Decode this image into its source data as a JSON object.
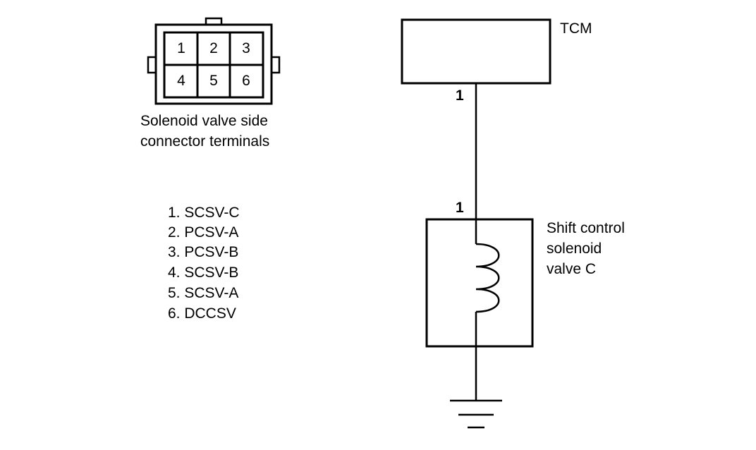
{
  "connector": {
    "terminals": [
      "1",
      "2",
      "3",
      "4",
      "5",
      "6"
    ],
    "caption_line1": "Solenoid valve side",
    "caption_line2": "connector terminals"
  },
  "legend": [
    "1. SCSV-C",
    "2. PCSV-A",
    "3. PCSV-B",
    "4. SCSV-B",
    "5. SCSV-A",
    "6. DCCSV"
  ],
  "circuit": {
    "tcm_label": "TCM",
    "tcm_pin": "1",
    "solenoid_pin": "1",
    "solenoid_label_line1": "Shift control",
    "solenoid_label_line2": "solenoid",
    "solenoid_label_line3": "valve C"
  }
}
